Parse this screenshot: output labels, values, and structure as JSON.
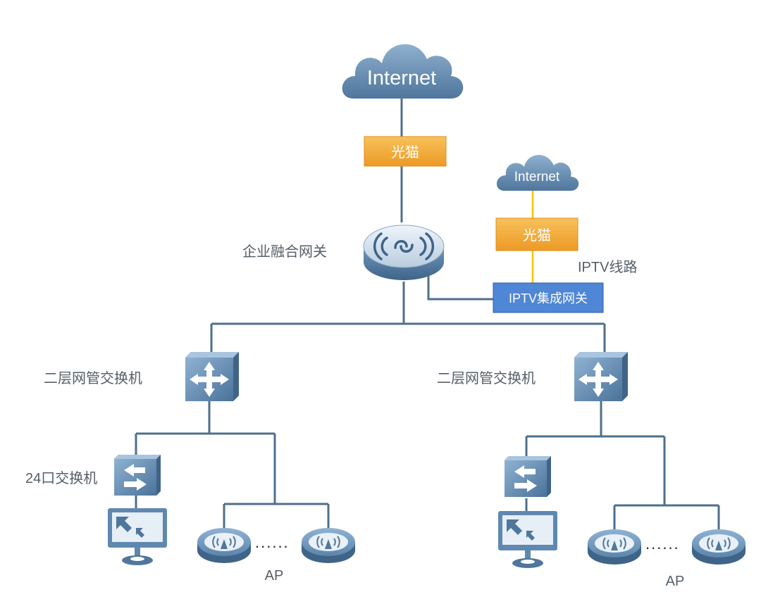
{
  "nodes": {
    "internet_main": "Internet",
    "internet_iptv": "Internet",
    "modem_main": "光猫",
    "modem_iptv": "光猫",
    "gateway_label": "企业融合网关",
    "iptv_gateway": "IPTV集成网关",
    "iptv_line_label": "IPTV线路",
    "switch_left_label": "二层网管交换机",
    "switch_right_label": "二层网管交换机",
    "switch24_label": "24口交换机",
    "ap_left_label": "AP",
    "ap_right_label": "AP",
    "ellipsis_left": "......",
    "ellipsis_right": "......"
  },
  "colors": {
    "link": "#4e6f8d",
    "iptv_link": "#f5c400",
    "modem_fill": "#f3a93a",
    "iptv_gateway_fill": "#4f86d6",
    "cloud": "#6a8fb3",
    "device": "#5f88b0",
    "label_text": "#555e66"
  },
  "icons": [
    "cloud-icon",
    "router-icon",
    "switch-icon",
    "monitor-icon",
    "access-point-icon"
  ]
}
